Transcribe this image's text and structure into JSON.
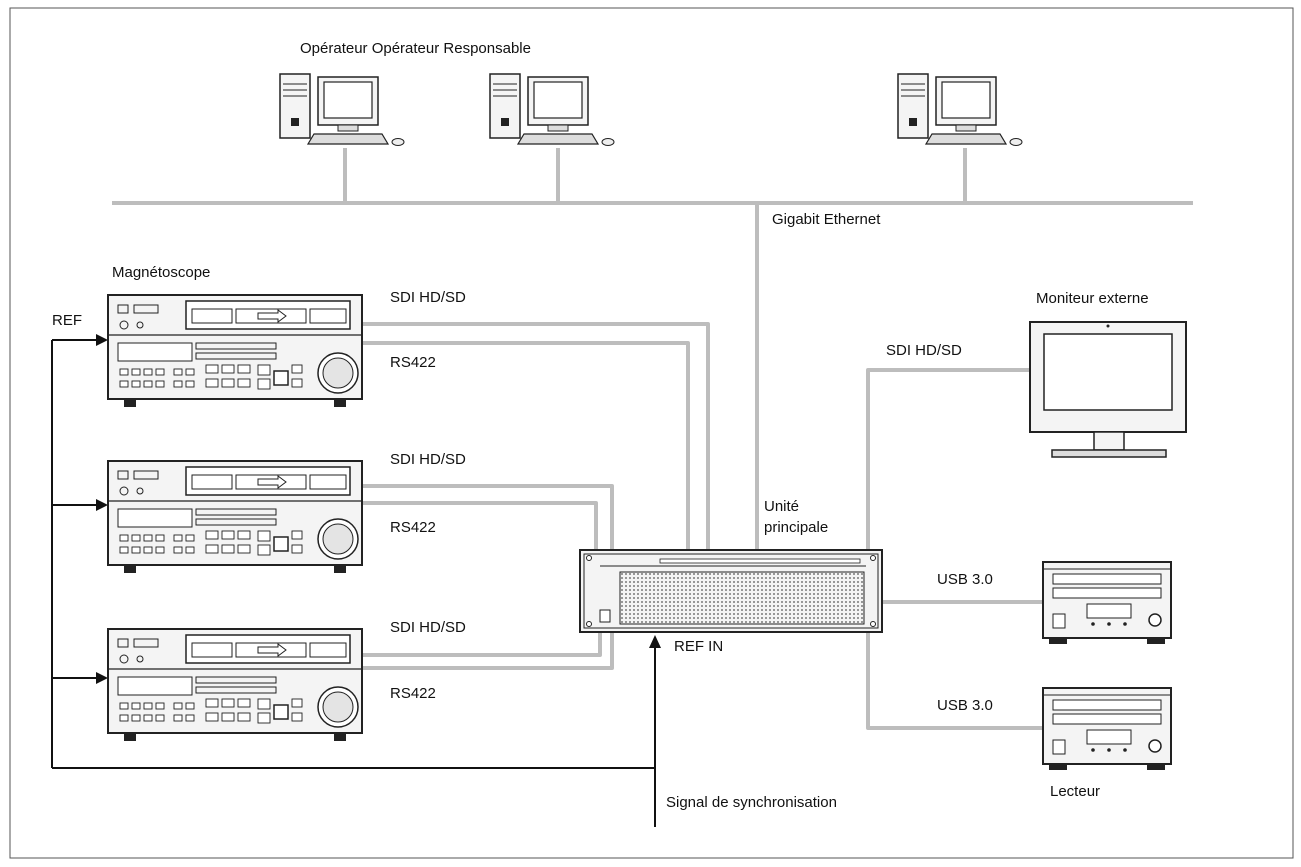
{
  "labels": {
    "operators": "Opérateur Opérateur Responsable",
    "gigabit": "Gigabit Ethernet",
    "vtr": "Magnétoscope",
    "ref": "REF",
    "sdi1": "SDI HD/SD",
    "rs1": "RS422",
    "sdi2": "SDI HD/SD",
    "rs2": "RS422",
    "sdi3": "SDI HD/SD",
    "rs3": "RS422",
    "monitor": "Moniteur externe",
    "sdi_mon": "SDI HD/SD",
    "main_unit_1": "Unité",
    "main_unit_2": "principale",
    "usb1": "USB 3.0",
    "usb2": "USB 3.0",
    "refin": "REF IN",
    "sync": "Signal de synchronisation",
    "player": "Lecteur"
  },
  "colors": {
    "cable": "#bdbdbd",
    "device_stroke": "#222222",
    "device_fill": "#f4f4f4",
    "frame": "#555555"
  }
}
